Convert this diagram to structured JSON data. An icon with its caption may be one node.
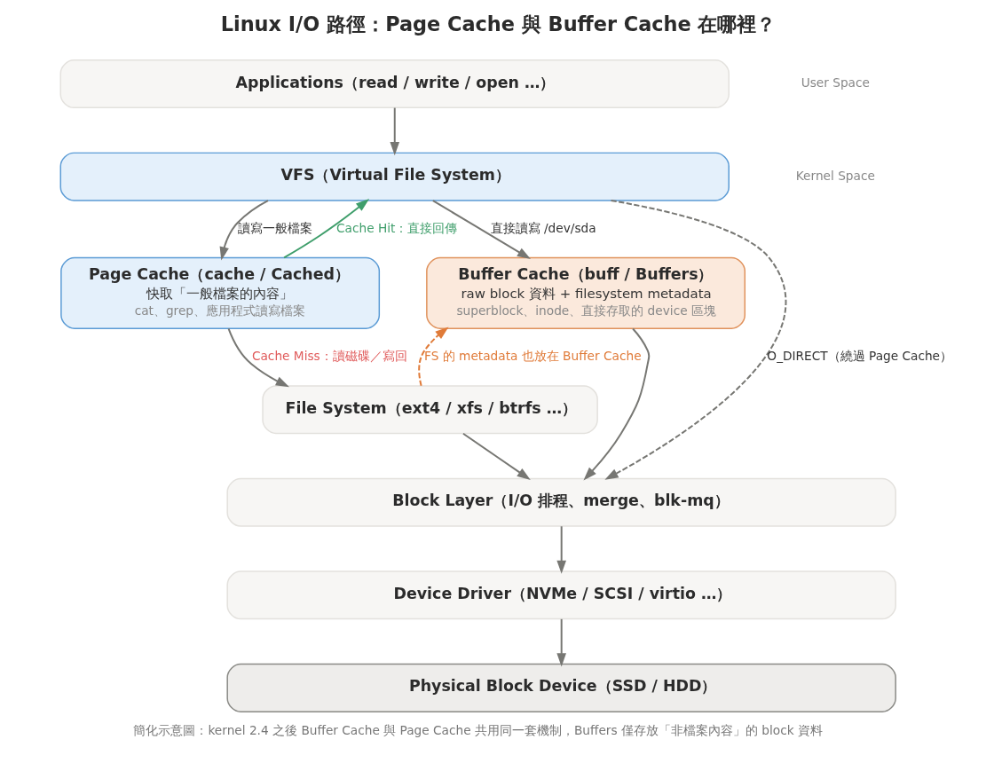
{
  "diagram": {
    "title": "Linux I/O 路徑：Page Cache 與 Buffer Cache 在哪裡？",
    "caption": "簡化示意圖：kernel 2.4 之後 Buffer Cache 與 Page Cache 共用同一套機制，Buffers 僅存放「非檔案內容」的 block 資料",
    "nodes": [
      {
        "text": [
          "Applications（read / write / open …）"
        ]
      },
      {
        "text": [
          "VFS（Virtual File System）"
        ]
      },
      {
        "text": [
          "Page Cache（cache / Cached）",
          "快取「一般檔案的內容」",
          "cat、grep、應用程式讀寫檔案"
        ]
      },
      {
        "text": [
          "Buffer Cache（buff / Buffers）",
          "raw block 資料 + filesystem metadata",
          "superblock、inode、直接存取的 device 區塊"
        ]
      },
      {
        "text": [
          "File System（ext4 / xfs / btrfs …）"
        ]
      },
      {
        "text": [
          "Block Layer（I/O 排程、merge、blk-mq）"
        ]
      },
      {
        "text": [
          "Device Driver（NVMe / SCSI / virtio …）"
        ]
      },
      {
        "text": [
          "Physical Block Device（SSD / HDD）"
        ]
      }
    ],
    "edges": [
      {
        "from": 0,
        "to": 1,
        "arrow": "to"
      },
      {
        "from": 1,
        "to": 2,
        "arrow": "to",
        "label": "讀寫一般檔案"
      },
      {
        "from": 1,
        "to": 3,
        "arrow": "to",
        "label": "直接讀寫 /dev/sda"
      },
      {
        "from": 2,
        "to": 1,
        "arrow": "to",
        "label": "Cache Hit：直接回傳",
        "color": "#3f9e6b"
      },
      {
        "from": 2,
        "to": 4,
        "arrow": "to",
        "label": "Cache Miss：讀磁碟／寫回"
      },
      {
        "from": 4,
        "to": 3,
        "arrow": "to",
        "label": "FS 的 metadata 也放在 Buffer Cache",
        "style": "dashed",
        "color": "#e07b39"
      },
      {
        "from": 4,
        "to": 5,
        "arrow": "to"
      },
      {
        "from": 3,
        "to": 5,
        "arrow": "to"
      },
      {
        "from": 5,
        "to": 6,
        "arrow": "to"
      },
      {
        "from": 6,
        "to": 7,
        "arrow": "to"
      },
      {
        "from": 1,
        "to": 5,
        "arrow": "to",
        "label": "O_DIRECT（繞過 Page Cache）",
        "style": "dashed"
      }
    ],
    "labels": [
      "User Space",
      "Kernel Space"
    ]
  }
}
